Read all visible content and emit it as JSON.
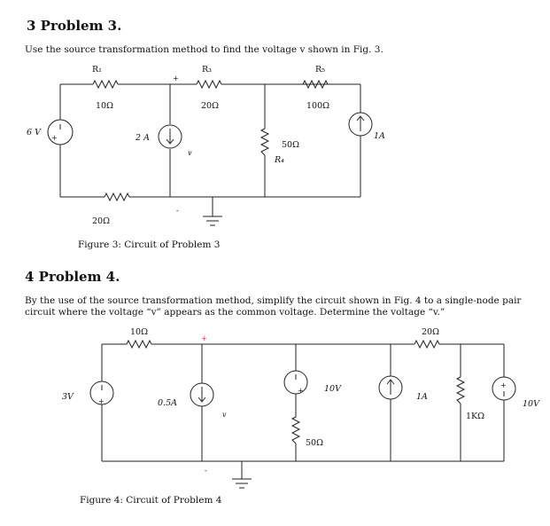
{
  "problem3": {
    "heading": "3   Problem 3.",
    "text": "Use the source transformation method to find the voltage v shown in Fig. 3.",
    "labels": {
      "r1": "R₁",
      "r1_value": "10Ω",
      "r3": "R₃",
      "r3_value": "20Ω",
      "r5": "R₅",
      "r5_value": "100Ω",
      "r4_value": "50Ω",
      "r4": "R₄",
      "r_bottom_value": "20Ω",
      "vsrc": "6 V",
      "isrc_left": "2 A",
      "isrc_right": "1A",
      "v": "v",
      "plus": "+",
      "minus": "-"
    },
    "caption": "Figure 3: Circuit of Problem 3"
  },
  "problem4": {
    "heading": "4   Problem 4.",
    "text": "By the use of the source transformation method, simplify the circuit shown in Fig. 4 to a single-node pair circuit where the voltage “v” appears as the common voltage. Determine the voltage “v.”",
    "labels": {
      "r_top_left": "10Ω",
      "r_top_right": "20Ω",
      "v_left": "3V",
      "i_left": "0.5A",
      "v_mid": "10V",
      "r_mid": "50Ω",
      "i_right": "1A",
      "r_right": "1KΩ",
      "v_right": "10V",
      "v": "v",
      "plus": "+",
      "minus": "-"
    },
    "caption": "Figure 4: Circuit of Problem 4"
  }
}
